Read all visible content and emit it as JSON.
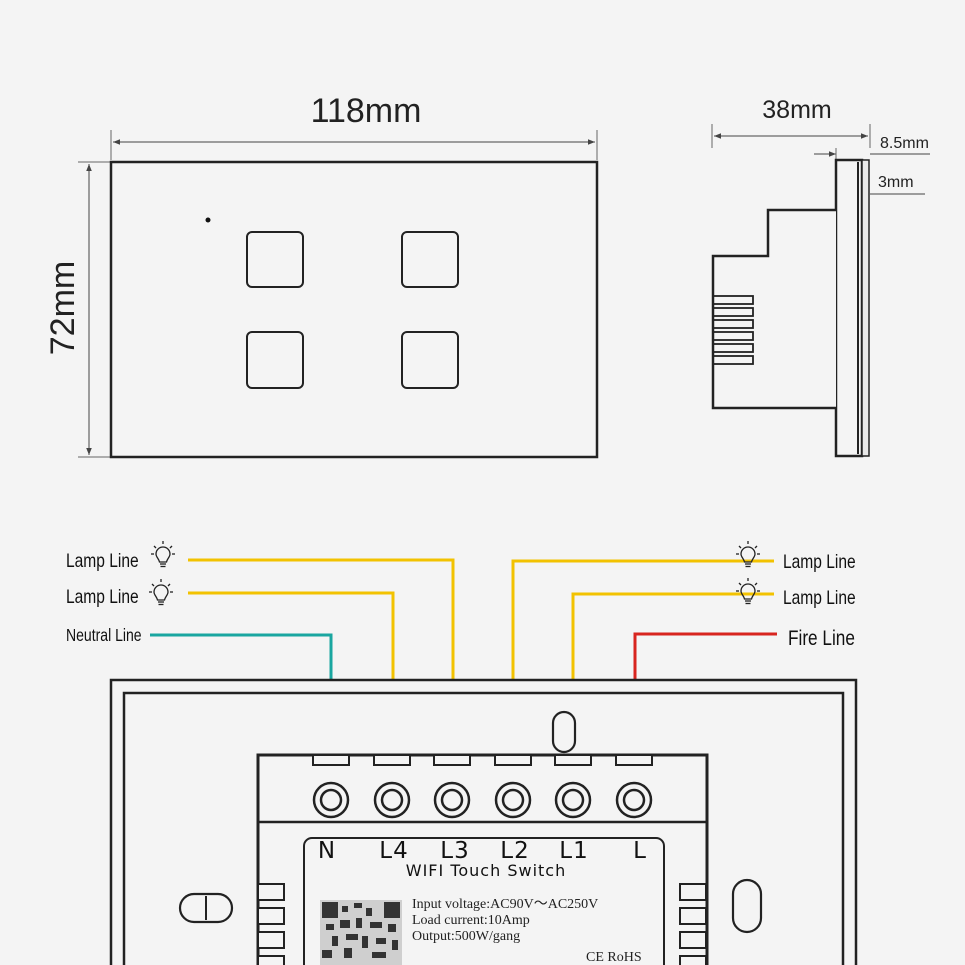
{
  "dimensions": {
    "width": "118mm",
    "height": "72mm",
    "depth": "38mm",
    "panel": "8.5mm",
    "plate": "3mm"
  },
  "wires": [
    {
      "label": "Lamp Line",
      "terminal": "L3",
      "color": "#f2c200"
    },
    {
      "label": "Lamp Line",
      "terminal": "L4",
      "color": "#f2c200"
    },
    {
      "label": "Neutral Line",
      "terminal": "N",
      "color": "#1aa6a0"
    },
    {
      "label": "Lamp Line",
      "terminal": "L2",
      "color": "#f2c200"
    },
    {
      "label": "Lamp Line",
      "terminal": "L1",
      "color": "#f2c200"
    },
    {
      "label": "Fire Line",
      "terminal": "L",
      "color": "#d8251f"
    }
  ],
  "terminals": [
    "N",
    "L4",
    "L3",
    "L2",
    "L1",
    "L"
  ],
  "module": {
    "title": "WIFI Touch Switch",
    "specs": [
      "Input voltage:AC90V～AC250V",
      "Load current:10Amp",
      "Output:500W/gang"
    ],
    "cert": "CE RoHS"
  },
  "icons": {
    "bulb": "lightbulb-icon",
    "qr": "qr-code-icon"
  }
}
